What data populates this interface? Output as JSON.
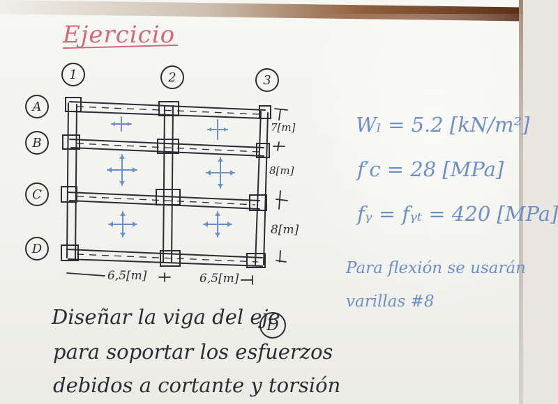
{
  "photo": {
    "title": "Ejercicio",
    "axes_columns": [
      "1",
      "2",
      "3"
    ],
    "axes_rows": [
      "A",
      "B",
      "C",
      "D"
    ],
    "dimensions": {
      "span_x_1": "6,5[m]",
      "span_x_2": "6,5[m]",
      "span_y_1": "7[m]",
      "span_y_2": "8[m]",
      "span_y_3": "8[m]"
    },
    "formulas": {
      "wl": "Wₗ = 5.2 [kN/m²]",
      "fc": "f′c = 28 [MPa]",
      "fy": "fᵧ = fᵧₜ = 420 [MPa]"
    },
    "note_line1": "Para flexión se usarán",
    "note_line2": "varillas  #8",
    "task_line1": "Diseñar  la  viga del eje",
    "task_axis": "D",
    "task_line2": "para  soportar   los  esfuerzos",
    "task_line3": "debidos   a  cortante  y  torsión",
    "colors": {
      "red_marker": "#d4687a",
      "blue_marker": "#6d8fc8",
      "black_marker": "#2c2c34"
    }
  }
}
